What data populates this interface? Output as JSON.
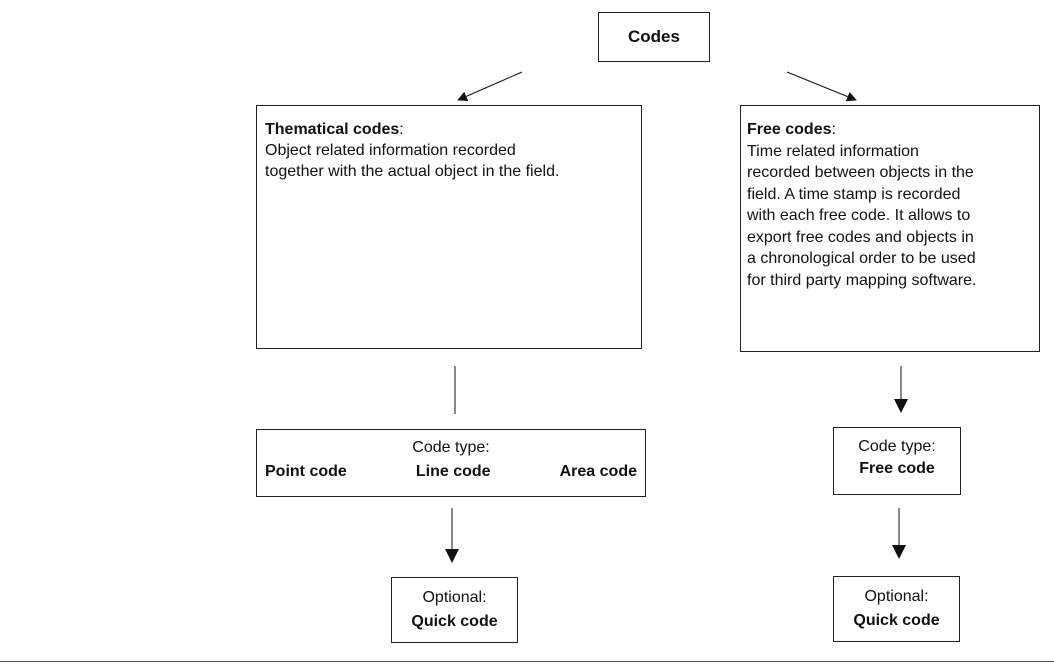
{
  "root": {
    "label": "Codes"
  },
  "thematic": {
    "title": "Thematical codes",
    "colon": ":",
    "lines": [
      "Object related information recorded",
      "together with the actual object in the field."
    ]
  },
  "free": {
    "title": "Free codes",
    "colon": ":",
    "lines": [
      "Time related information",
      "recorded between objects in the",
      "field. A time stamp is recorded",
      "with each free code. It allows to",
      "export free codes and objects in",
      "a chronological order to be used",
      "for third party mapping software."
    ]
  },
  "codetype_left": {
    "header": "Code type:",
    "items": [
      "Point code",
      "Line code",
      "Area code"
    ]
  },
  "codetype_right": {
    "header": "Code type:",
    "value": "Free code"
  },
  "optional_left": {
    "header": "Optional:",
    "value": "Quick code"
  },
  "optional_right": {
    "header": "Optional:",
    "value": "Quick code"
  }
}
